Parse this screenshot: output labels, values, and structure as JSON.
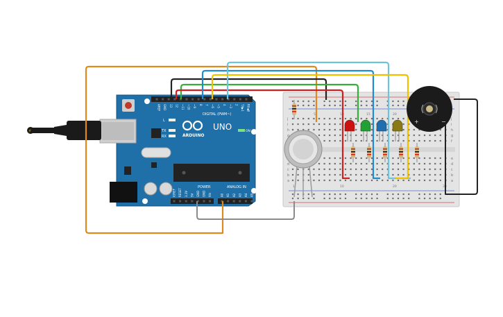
{
  "arduino": {
    "model_label": "UNO",
    "brand_label": "ARDUINO",
    "digital_label": "DIGITAL (PWM~)",
    "power_label": "POWER",
    "analog_label": "ANALOG IN",
    "on_label": "ON",
    "tx_label": "TX",
    "rx_label": "RX",
    "l_label": "L",
    "digital_pins": [
      "AREF",
      "GND",
      "13",
      "12",
      "~11",
      "~10",
      "~9",
      "8",
      "7",
      "~6",
      "~5",
      "4",
      "~3",
      "2",
      "TX▶1",
      "RX◀0"
    ],
    "power_pins": [
      "IOREF",
      "RESET",
      "3.3V",
      "5V",
      "GND",
      "GND",
      "Vin"
    ],
    "analog_pins": [
      "A0",
      "A1",
      "A2",
      "A3",
      "A4",
      "A5"
    ]
  },
  "breadboard": {
    "row_letters_top": [
      "j",
      "i",
      "h",
      "g",
      "f"
    ],
    "row_letters_bottom": [
      "e",
      "d",
      "c",
      "b",
      "a"
    ],
    "column_numbers": [
      "1",
      "5",
      "10",
      "15",
      "20",
      "25",
      "30"
    ]
  },
  "components": {
    "leds": [
      {
        "color": "#cc1111"
      },
      {
        "color": "#22a033"
      },
      {
        "color": "#1f6fb0"
      },
      {
        "color": "#8a7a16"
      }
    ],
    "wire_colors": {
      "orange": "#e08a1e",
      "black": "#222222",
      "green": "#3aac3a",
      "red": "#d21e1e",
      "blue": "#1f8ccf",
      "lightblue": "#6cc4dc",
      "yellow": "#f0c000",
      "gray": "#8a8a8a"
    }
  }
}
